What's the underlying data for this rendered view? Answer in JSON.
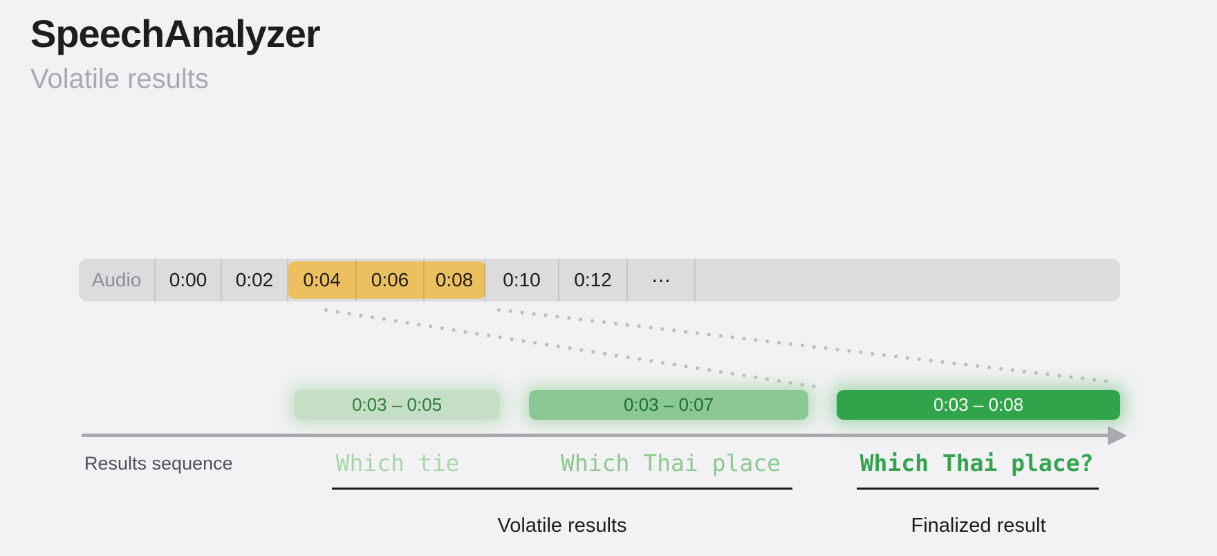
{
  "header": {
    "title": "SpeechAnalyzer",
    "subtitle": "Volatile results"
  },
  "timeline": {
    "label": "Audio",
    "cells": [
      {
        "label": "0:00",
        "highlighted": false
      },
      {
        "label": "0:02",
        "highlighted": false
      },
      {
        "label": "0:04",
        "highlighted": true
      },
      {
        "label": "0:06",
        "highlighted": true
      },
      {
        "label": "0:08",
        "highlighted": true
      },
      {
        "label": "0:10",
        "highlighted": false
      },
      {
        "label": "0:12",
        "highlighted": false
      },
      {
        "label": "⋯",
        "highlighted": false
      }
    ],
    "highlight_color": "#ecc05e"
  },
  "results": {
    "sequence_label": "Results sequence",
    "boxes": [
      {
        "range": "0:03 – 0:05",
        "transcript": "Which tie",
        "kind": "volatile",
        "box_color": "#c5dfc7",
        "range_text_color": "#2e7d3a",
        "transcript_color": "#aad6ab"
      },
      {
        "range": "0:03 – 0:07",
        "transcript": "Which Thai place",
        "kind": "volatile",
        "box_color": "#8cc893",
        "range_text_color": "#1f6e30",
        "transcript_color": "#8cc88f"
      },
      {
        "range": "0:03 – 0:08",
        "transcript": "Which Thai place?",
        "kind": "finalized",
        "box_color": "#30a44a",
        "range_text_color": "#ffffff",
        "transcript_color": "#34a34d"
      }
    ],
    "groups": [
      {
        "label": "Volatile results"
      },
      {
        "label": "Finalized result"
      }
    ]
  }
}
